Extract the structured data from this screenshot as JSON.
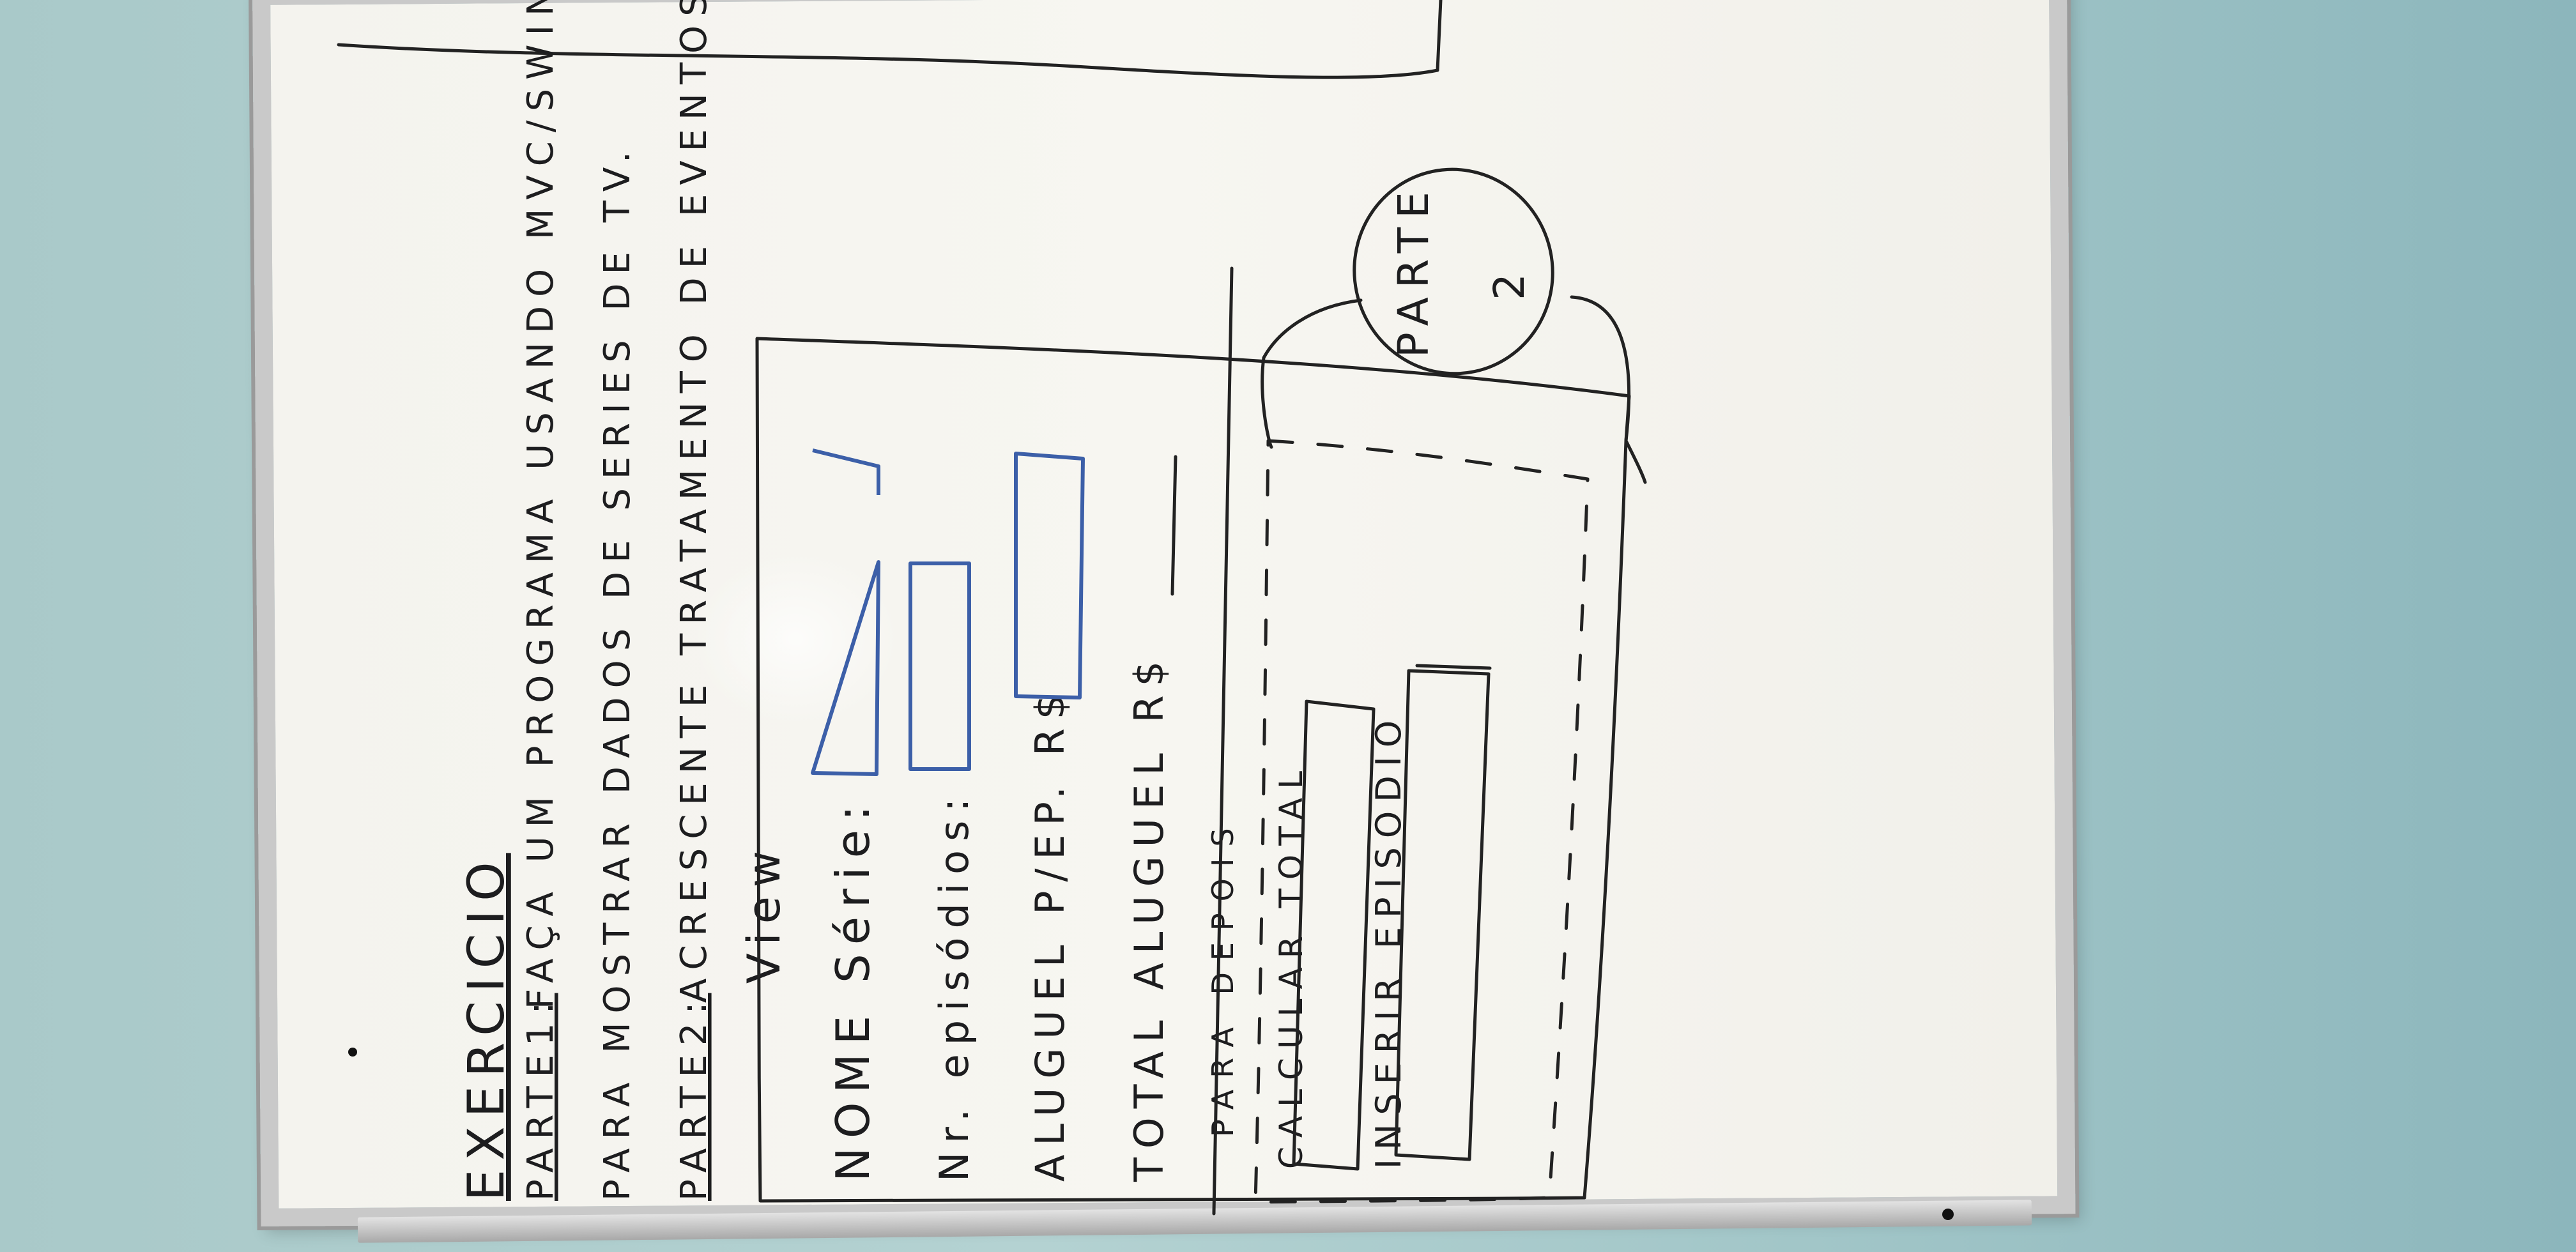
{
  "board": {
    "title": "EXERCICIO",
    "line1_prefix": "PARTE1:",
    "line1": "FAÇA UM PROGRAMA USANDO MVC/SWING",
    "line2": "PARA MOSTRAR DADOS DE SERIES DE TV.",
    "line3_prefix": "PARTE2:",
    "line3": "ACRESCENTE TRATAMENTO DE EVENTOS"
  },
  "view": {
    "label": "View",
    "fields": [
      {
        "label": "NOME Série:"
      },
      {
        "label": "Nr. episódios:"
      },
      {
        "label": "ALUGUEL P/EP. R$"
      },
      {
        "label": "TOTAL ALUGUEL R$"
      }
    ],
    "later_note": "PARA DEPOIS",
    "buttons": [
      {
        "label": "CALCULAR TOTAL"
      },
      {
        "label": "INSERIR EPISODIO"
      }
    ]
  },
  "bubble": {
    "line1": "PARTE",
    "line2": "2"
  },
  "colors": {
    "ink": "#1d1d1f",
    "blue_marker": "#3c5fa8",
    "wall": "#a9c9c9",
    "board": "#f4f3ee"
  }
}
